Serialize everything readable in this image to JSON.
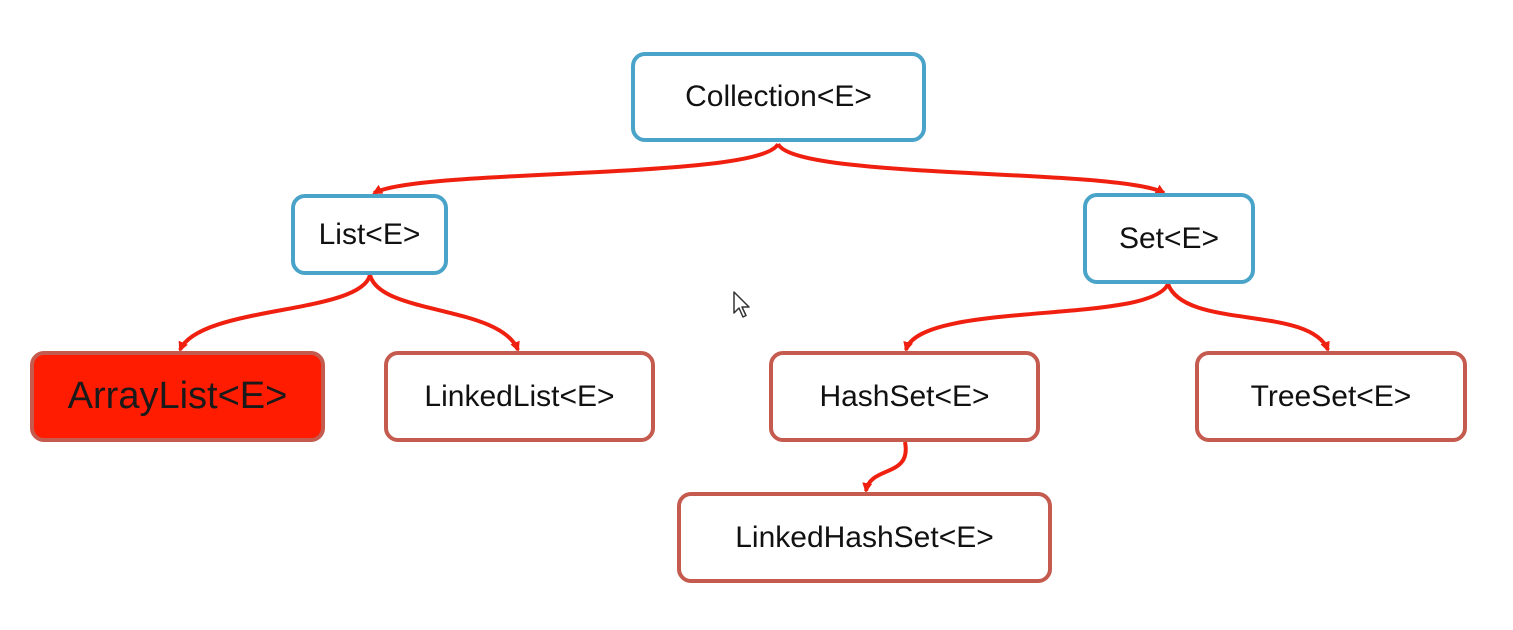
{
  "colors": {
    "interface_border": "#4aa3c8",
    "implementation_border": "#c55a4f",
    "highlight_fill": "#ff1c00",
    "arrow": "#f02010"
  },
  "nodes": {
    "collection": "Collection<E>",
    "list": "List<E>",
    "set": "Set<E>",
    "arraylist": "ArrayList<E>",
    "linkedlist": "LinkedList<E>",
    "hashset": "HashSet<E>",
    "treeset": "TreeSet<E>",
    "linkedhashset": "LinkedHashSet<E>"
  },
  "edges": [
    {
      "from": "Collection<E>",
      "to": "List<E>"
    },
    {
      "from": "Collection<E>",
      "to": "Set<E>"
    },
    {
      "from": "List<E>",
      "to": "ArrayList<E>"
    },
    {
      "from": "List<E>",
      "to": "LinkedList<E>"
    },
    {
      "from": "Set<E>",
      "to": "HashSet<E>"
    },
    {
      "from": "Set<E>",
      "to": "TreeSet<E>"
    },
    {
      "from": "HashSet<E>",
      "to": "LinkedHashSet<E>"
    }
  ],
  "cursor": {
    "icon": "mouse-pointer-icon"
  }
}
